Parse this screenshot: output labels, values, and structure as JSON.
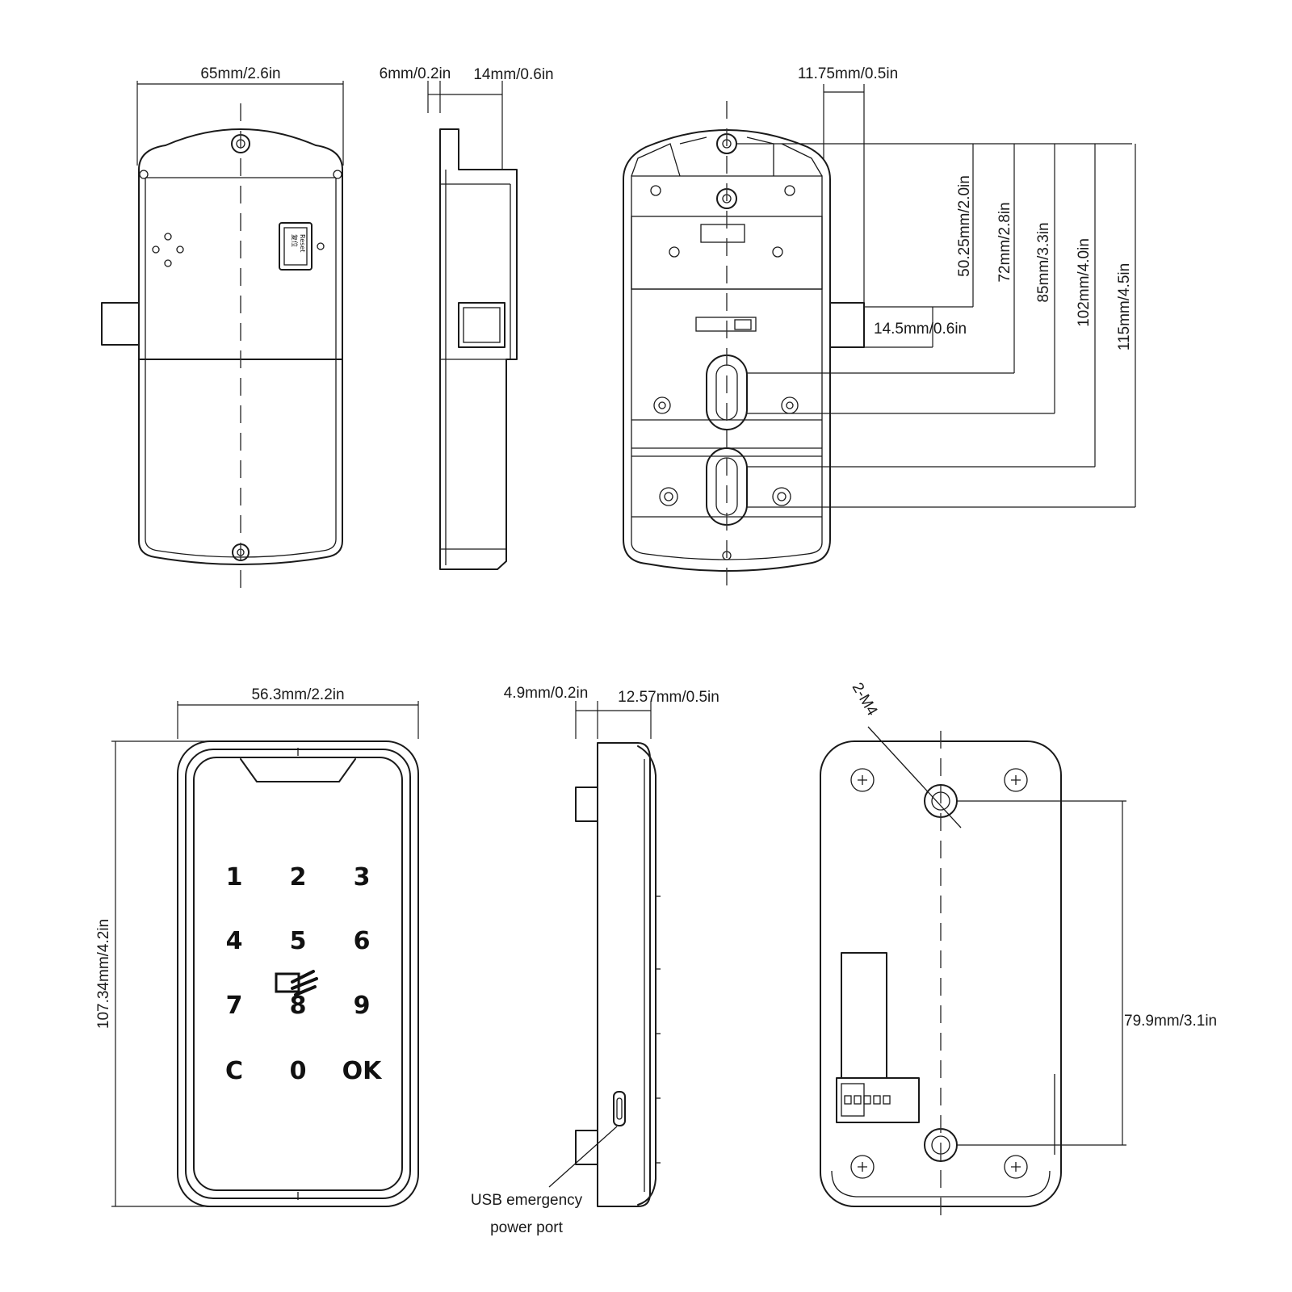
{
  "dimensions": {
    "front_width": "65mm/2.6in",
    "side_6": "6mm/0.2in",
    "side_14": "14mm/0.6in",
    "back_11": "11.75mm/0.5in",
    "back_50": "50.25mm/2.0in",
    "back_72": "72mm/2.8in",
    "back_85": "85mm/3.3in",
    "back_102": "102mm/4.0in",
    "back_115": "115mm/4.5in",
    "back_14_5": "14.5mm/0.6in",
    "keypad_width": "56.3mm/2.2in",
    "keypad_height": "107.34mm/4.2in",
    "keypad_side_4_9": "4.9mm/0.2in",
    "keypad_side_12": "12.57mm/0.5in",
    "rear_hole": "2-M4",
    "rear_spacing": "79.9mm/3.1in"
  },
  "keypad": {
    "keys": [
      "1",
      "2",
      "3",
      "4",
      "5",
      "6",
      "7",
      "8",
      "9",
      "C",
      "0",
      "OK"
    ]
  },
  "labels": {
    "usb_line1": "USB emergency",
    "usb_line2": "power port",
    "reset_line1": "复位",
    "reset_line2": "Reset"
  }
}
